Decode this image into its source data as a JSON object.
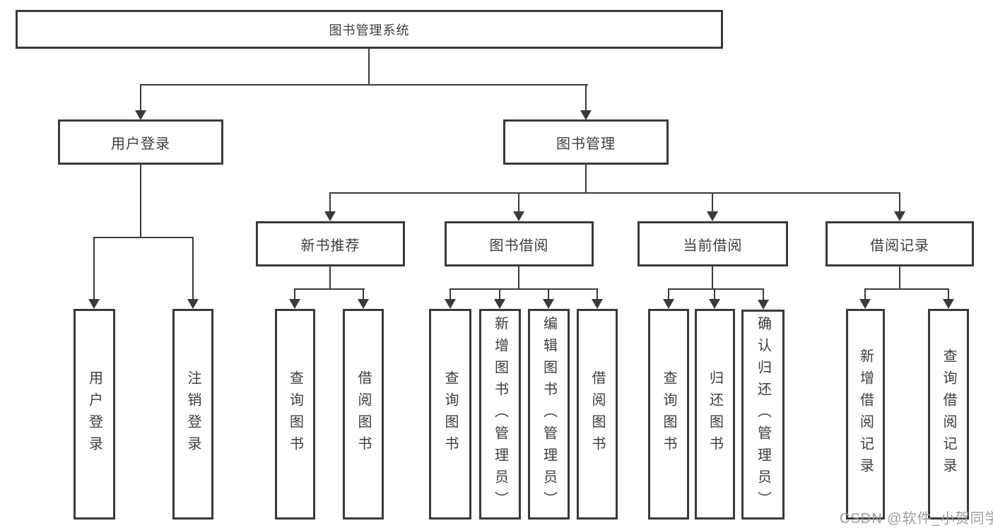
{
  "diagram": {
    "root": {
      "label": "图书管理系统"
    },
    "level2": [
      {
        "label": "用户登录"
      },
      {
        "label": "图书管理"
      }
    ],
    "level3": [
      {
        "label": "新书推荐"
      },
      {
        "label": "图书借阅"
      },
      {
        "label": "当前借阅"
      },
      {
        "label": "借阅记录"
      }
    ],
    "leaves": {
      "user_login": [
        {
          "label": "用户登录"
        },
        {
          "label": "注销登录"
        }
      ],
      "new_book": [
        {
          "label": "查询图书"
        },
        {
          "label": "借阅图书"
        }
      ],
      "book_borrow": [
        {
          "label": "查询图书"
        },
        {
          "label": "新增图书（管理员）"
        },
        {
          "label": "编辑图书（管理员）"
        },
        {
          "label": "借阅图书"
        }
      ],
      "current_borrow": [
        {
          "label": "查询图书"
        },
        {
          "label": "归还图书"
        },
        {
          "label": "确认归还（管理员）"
        }
      ],
      "borrow_record": [
        {
          "label": "新增借阅记录"
        },
        {
          "label": "查询借阅记录"
        }
      ]
    },
    "watermark": "CSDN @软件_小贺同学",
    "colors": {
      "line": "#3a3a3a",
      "text": "#3d3d3d",
      "watermark": "#9c9c9c",
      "background": "#ffffff"
    }
  }
}
